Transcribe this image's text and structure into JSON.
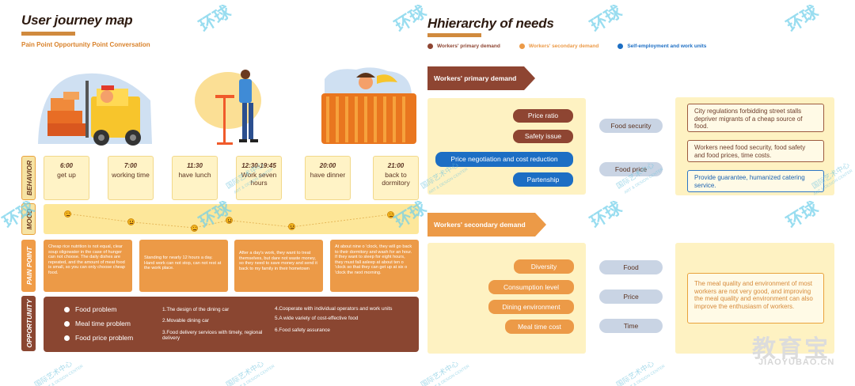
{
  "left": {
    "title": "User journey map",
    "subtitle": "Pain Point Opportunity Point Conversation",
    "row_labels": {
      "behavior": "BEHAVIOR",
      "mood": "MOOD",
      "pain_point": "PAIN POINT",
      "opportunity": "OPPORTUNITY"
    },
    "behaviors": [
      {
        "time": "6:00",
        "activity": "get up"
      },
      {
        "time": "7:00",
        "activity": "working time"
      },
      {
        "time": "11:30",
        "activity": "have lunch"
      },
      {
        "time": "12:30-19:45",
        "activity": "Work seven hours"
      },
      {
        "time": "20:00",
        "activity": "have dinner"
      },
      {
        "time": "21:00",
        "activity": "back to dormitory"
      }
    ],
    "mood_levels": [
      0.85,
      0.35,
      0.0,
      0.45,
      0.05,
      0.8
    ],
    "pain_points": [
      "Cheap rice nutrition is not equal, clear soup oligowater in the case of hunger can not choose. The daily dishes are repeated, and the amount of meat food is small, so you can only choose cheap food.",
      "Standing for nearly 12 hours a day. Hand work can not stop, can not rest at the work place.",
      "After a day's work, they want to treat themselves, but dare not waste money, so they need to save money and send it back to my family in their hometown",
      "At about nine o 'clock, they will go back to their dormitory and wash for an hour. If they want to sleep for eight hours, they must fall asleep at about ten o 'clock so that they can get up at six o 'clock the next morning."
    ],
    "problems": [
      "Food problem",
      "Meal time problem",
      "Food price problem"
    ],
    "opportunities_col1": [
      "1.The design of the dining car",
      "2.Movable dining car",
      "3.Food delivery services with timely, regional delivery"
    ],
    "opportunities_col2": [
      "4.Cooperate with individual operators and work units",
      "5.A wide variety of cost-effective food",
      "6.Food safety assurance"
    ]
  },
  "right": {
    "title": "Hhierarchy of needs",
    "legend": [
      {
        "label": "Workers' primary demand",
        "color": "#8e4532"
      },
      {
        "label": "Workers' secondary demand",
        "color": "#ec9a47"
      },
      {
        "label": "Self-employment and work units",
        "color": "#1c6ec4"
      }
    ],
    "primary": {
      "banner": "Workers' primary demand",
      "pills": [
        {
          "label": "Price ratio",
          "kind": "brown"
        },
        {
          "label": "Safety issue",
          "kind": "brown"
        },
        {
          "label": "Price negotiation and cost reduction",
          "kind": "blue"
        },
        {
          "label": "Partenship",
          "kind": "blue"
        }
      ],
      "categories": [
        "Food security",
        "Food price"
      ],
      "boxes": [
        {
          "text": "City regulations forbidding street stalls depriver migrants of a cheap source of food.",
          "kind": "brown"
        },
        {
          "text": "Workers need food security, food safety and food prices, time costs.",
          "kind": "brown"
        },
        {
          "text": "Provide guarantee, humanized catering service.",
          "kind": "blue"
        }
      ]
    },
    "secondary": {
      "banner": "Workers' secondary demand",
      "pills": [
        "Diversity",
        "Consumption level",
        "Dining environment",
        "Meal time cost"
      ],
      "categories": [
        "Food",
        "Price",
        "Time"
      ],
      "box": "The meal quality and environment of most workers are not very good, and improving the meal quality and environment can also improve the enthusiasm of workers."
    }
  },
  "watermarks": {
    "brand": "教育宝",
    "domain": "JIAOYUBAO.CN",
    "logo_text": "环球",
    "center_cn": "国际艺术中心",
    "center_en": "ART & DESIGN CENTER"
  },
  "colors": {
    "brown": "#8e4532",
    "orange": "#ec9a47",
    "blue": "#1c6ec4",
    "cream": "#fef2c2",
    "gold": "#e9a23b"
  }
}
